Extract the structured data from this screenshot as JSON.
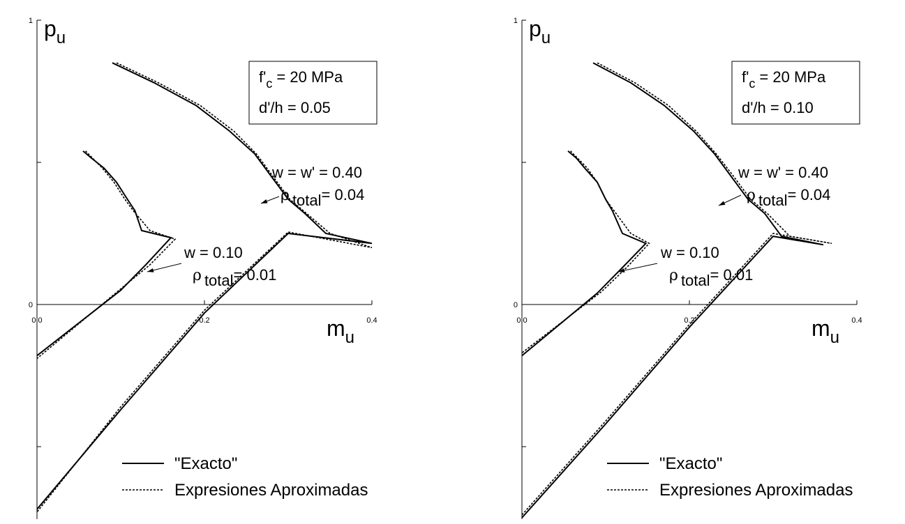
{
  "legend": {
    "exact_label": "\"Exacto\"",
    "approx_label": "Expresiones Aproximadas"
  },
  "chart_data": [
    {
      "type": "line",
      "xlabel_main": "m",
      "xlabel_sub": "u",
      "ylabel_main": "p",
      "ylabel_sub": "u",
      "xlim": [
        0,
        0.4
      ],
      "ylim": [
        -0.75,
        1
      ],
      "x_ticks": [
        "0.0",
        "0.2",
        "0.4"
      ],
      "y_tick_labels": [
        {
          "v": 1,
          "label": "1"
        },
        {
          "v": 0,
          "label": "0"
        }
      ],
      "y_ticks_unlabeled": [
        0.5,
        -0.5
      ],
      "info_box": {
        "line1_pre": "f'",
        "line1_sub": "c",
        "line1_post": " = 20 MPa",
        "line2": "d'/h = 0.05"
      },
      "annotations": [
        {
          "line1": "w = w' = 0.40",
          "rho": "ρ",
          "sub": "total",
          "post": "= 0.04"
        },
        {
          "line1": "w = 0.10",
          "rho": "ρ",
          "sub": "total",
          "post": "= 0.01"
        }
      ],
      "series": [
        {
          "id": "exact-0.40",
          "style": "exact",
          "points": [
            [
              0.09,
              0.85
            ],
            [
              0.14,
              0.78
            ],
            [
              0.19,
              0.7
            ],
            [
              0.23,
              0.61
            ],
            [
              0.26,
              0.53
            ],
            [
              0.28,
              0.45
            ],
            [
              0.3,
              0.37
            ],
            [
              0.32,
              0.32
            ],
            [
              0.345,
              0.25
            ],
            [
              0.4,
              0.215
            ],
            [
              0.3,
              0.25
            ],
            [
              0.2,
              -0.03
            ],
            [
              0.1,
              -0.37
            ],
            [
              0.0,
              -0.72
            ]
          ]
        },
        {
          "id": "approx-0.40",
          "style": "approx",
          "points": [
            [
              0.095,
              0.85
            ],
            [
              0.145,
              0.78
            ],
            [
              0.195,
              0.7
            ],
            [
              0.235,
              0.61
            ],
            [
              0.262,
              0.53
            ],
            [
              0.282,
              0.45
            ],
            [
              0.302,
              0.37
            ],
            [
              0.322,
              0.32
            ],
            [
              0.35,
              0.25
            ],
            [
              0.4,
              0.2
            ],
            [
              0.3,
              0.255
            ],
            [
              0.2,
              -0.02
            ],
            [
              0.1,
              -0.36
            ],
            [
              0.0,
              -0.73
            ]
          ]
        },
        {
          "id": "exact-0.10",
          "style": "exact",
          "points": [
            [
              0.055,
              0.54
            ],
            [
              0.065,
              0.515
            ],
            [
              0.08,
              0.48
            ],
            [
              0.095,
              0.43
            ],
            [
              0.108,
              0.37
            ],
            [
              0.117,
              0.33
            ],
            [
              0.125,
              0.26
            ],
            [
              0.16,
              0.235
            ],
            [
              0.13,
              0.14
            ],
            [
              0.1,
              0.05
            ],
            [
              0.0,
              -0.18
            ]
          ]
        },
        {
          "id": "approx-0.10",
          "style": "approx",
          "points": [
            [
              0.058,
              0.54
            ],
            [
              0.068,
              0.51
            ],
            [
              0.078,
              0.48
            ],
            [
              0.092,
              0.43
            ],
            [
              0.105,
              0.37
            ],
            [
              0.115,
              0.33
            ],
            [
              0.135,
              0.26
            ],
            [
              0.165,
              0.23
            ],
            [
              0.135,
              0.14
            ],
            [
              0.1,
              0.055
            ],
            [
              0.0,
              -0.19
            ]
          ]
        }
      ]
    },
    {
      "type": "line",
      "xlabel_main": "m",
      "xlabel_sub": "u",
      "ylabel_main": "p",
      "ylabel_sub": "u",
      "xlim": [
        0,
        0.4
      ],
      "ylim": [
        -0.75,
        1
      ],
      "x_ticks": [
        "0.0",
        "0.2",
        "0.4"
      ],
      "y_tick_labels": [
        {
          "v": 1,
          "label": "1"
        },
        {
          "v": 0,
          "label": "0"
        }
      ],
      "y_ticks_unlabeled": [
        0.5,
        -0.5
      ],
      "info_box": {
        "line1_pre": "f'",
        "line1_sub": "c",
        "line1_post": " = 20 MPa",
        "line2": "d'/h = 0.10"
      },
      "annotations": [
        {
          "line1": "w = w' = 0.40",
          "rho": "ρ",
          "sub": "total",
          "post": "= 0.04"
        },
        {
          "line1": "w = 0.10",
          "rho": "ρ",
          "sub": "total",
          "post": "= 0.01"
        }
      ],
      "series": [
        {
          "id": "exact-0.40",
          "style": "exact",
          "points": [
            [
              0.085,
              0.85
            ],
            [
              0.13,
              0.78
            ],
            [
              0.17,
              0.7
            ],
            [
              0.205,
              0.61
            ],
            [
              0.23,
              0.53
            ],
            [
              0.25,
              0.45
            ],
            [
              0.27,
              0.37
            ],
            [
              0.29,
              0.32
            ],
            [
              0.31,
              0.24
            ],
            [
              0.36,
              0.21
            ],
            [
              0.3,
              0.24
            ],
            [
              0.2,
              -0.08
            ],
            [
              0.1,
              -0.42
            ],
            [
              0.0,
              -0.75
            ]
          ]
        },
        {
          "id": "approx-0.40",
          "style": "approx",
          "points": [
            [
              0.09,
              0.85
            ],
            [
              0.135,
              0.78
            ],
            [
              0.175,
              0.7
            ],
            [
              0.208,
              0.61
            ],
            [
              0.232,
              0.53
            ],
            [
              0.253,
              0.45
            ],
            [
              0.273,
              0.37
            ],
            [
              0.293,
              0.32
            ],
            [
              0.32,
              0.24
            ],
            [
              0.37,
              0.215
            ],
            [
              0.3,
              0.25
            ],
            [
              0.2,
              -0.07
            ],
            [
              0.1,
              -0.41
            ],
            [
              0.0,
              -0.74
            ]
          ]
        },
        {
          "id": "exact-0.10",
          "style": "exact",
          "points": [
            [
              0.055,
              0.54
            ],
            [
              0.065,
              0.515
            ],
            [
              0.075,
              0.48
            ],
            [
              0.09,
              0.43
            ],
            [
              0.1,
              0.37
            ],
            [
              0.108,
              0.33
            ],
            [
              0.12,
              0.25
            ],
            [
              0.148,
              0.215
            ],
            [
              0.12,
              0.13
            ],
            [
              0.09,
              0.04
            ],
            [
              0.0,
              -0.18
            ]
          ]
        },
        {
          "id": "approx-0.10",
          "style": "approx",
          "points": [
            [
              0.058,
              0.54
            ],
            [
              0.068,
              0.51
            ],
            [
              0.078,
              0.48
            ],
            [
              0.09,
              0.43
            ],
            [
              0.1,
              0.37
            ],
            [
              0.11,
              0.33
            ],
            [
              0.13,
              0.25
            ],
            [
              0.152,
              0.215
            ],
            [
              0.125,
              0.13
            ],
            [
              0.095,
              0.045
            ],
            [
              0.0,
              -0.17
            ]
          ]
        }
      ]
    }
  ]
}
